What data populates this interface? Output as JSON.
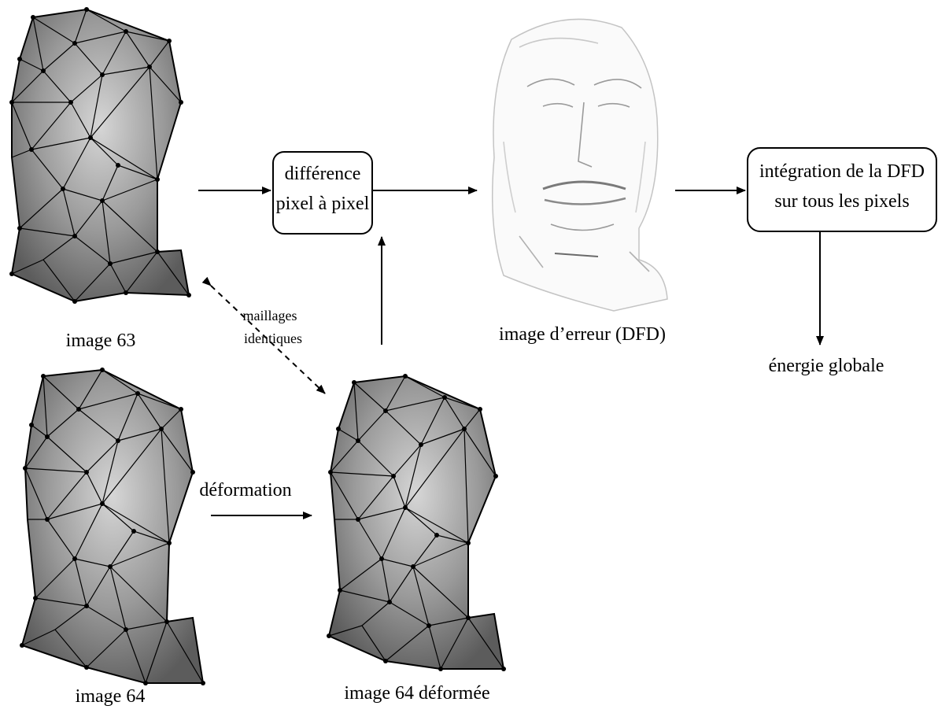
{
  "labels": {
    "image63": "image 63",
    "image64": "image 64",
    "image64_deformed": "image 64 déformée",
    "error_image": "image d’erreur (DFD)",
    "global_energy": "énergie globale",
    "deformation": "déformation",
    "identical_meshes_line1": "maillages",
    "identical_meshes_line2": "identiques"
  },
  "boxes": {
    "pixel_difference": {
      "line1": "différence",
      "line2": "pixel à pixel"
    },
    "integration": {
      "line1": "intégration de la DFD",
      "line2": "sur tous les pixels"
    }
  }
}
